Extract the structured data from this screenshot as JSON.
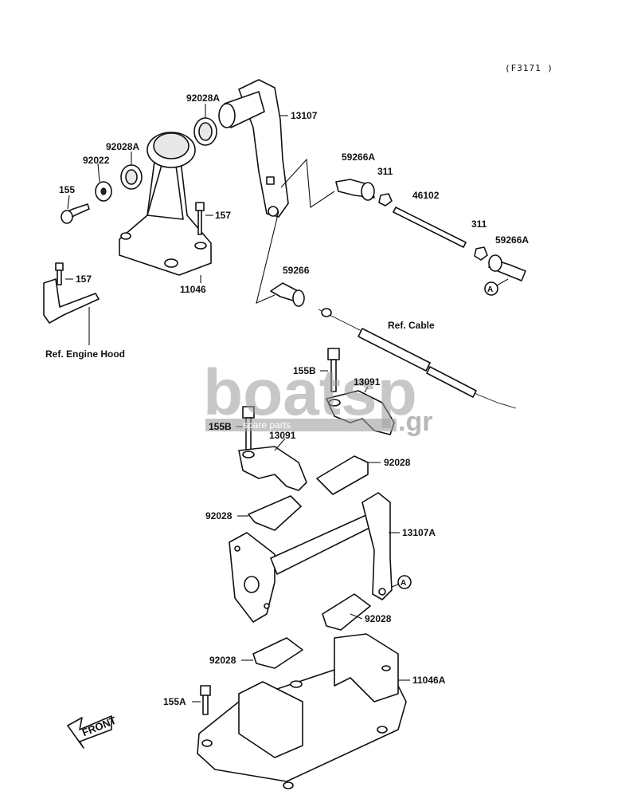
{
  "diagram_code": "(F3171 )",
  "labels": {
    "p92028A_top": "92028A",
    "p13107": "13107",
    "p92028A_mid": "92028A",
    "p92022": "92022",
    "p155": "155",
    "p157_right": "157",
    "p11046": "11046",
    "p157_left": "157",
    "ref_engine_hood": "Ref. Engine Hood",
    "p59266A_top": "59266A",
    "p311_top": "311",
    "p46102": "46102",
    "p311_bottom": "311",
    "p59266A_bottom": "59266A",
    "p59266": "59266",
    "ref_cable": "Ref. Cable",
    "p155B_top": "155B",
    "p13091_top": "13091",
    "p155B_bottom": "155B",
    "p13091_bottom": "13091",
    "p92028_a": "92028",
    "p92028_b": "92028",
    "p13107A": "13107A",
    "p92028_c": "92028",
    "p92028_d": "92028",
    "p11046A": "11046A",
    "p155A": "155A",
    "marker_A": "A",
    "front": "FRONT"
  },
  "watermark": {
    "brand": "boatsp",
    "domain": ".gr",
    "tagline": "spare parts",
    "color": "#9a9a9a"
  }
}
